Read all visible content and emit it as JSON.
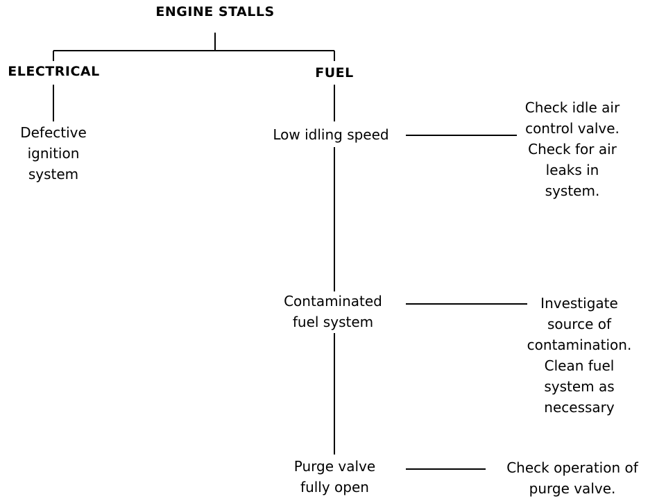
{
  "title": "ENGINE STALLS",
  "branches": {
    "electrical": {
      "label": "ELECTRICAL",
      "cause": [
        "Defective",
        "ignition",
        "system"
      ]
    },
    "fuel": {
      "label": "FUEL",
      "causes": [
        {
          "lines": [
            "Low idling speed"
          ],
          "remedy": [
            "Check idle air",
            "control valve.",
            "Check for air",
            "leaks in",
            "system."
          ]
        },
        {
          "lines": [
            "Contaminated",
            "fuel system"
          ],
          "remedy": [
            "Investigate",
            "source of",
            "contamination.",
            "Clean fuel",
            "system as",
            "necessary"
          ]
        },
        {
          "lines": [
            "Purge valve",
            "fully open"
          ],
          "remedy": [
            "Check operation of",
            "purge valve."
          ]
        }
      ]
    }
  },
  "colors": {
    "line": "#000000",
    "text": "#000000",
    "background": "#ffffff"
  }
}
